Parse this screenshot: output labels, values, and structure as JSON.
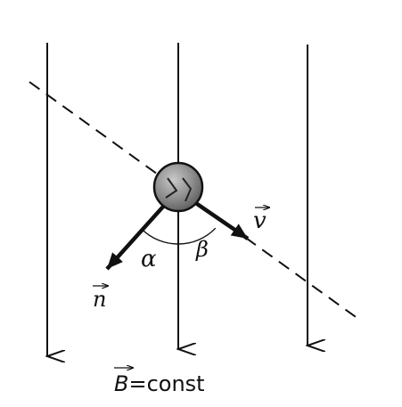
{
  "labels": {
    "alpha": "α",
    "beta": "β",
    "n": "n",
    "v": "v",
    "b": "B",
    "b_suffix": "=const"
  },
  "colors": {
    "ink": "#111111",
    "ball": "#8a8a8a"
  }
}
